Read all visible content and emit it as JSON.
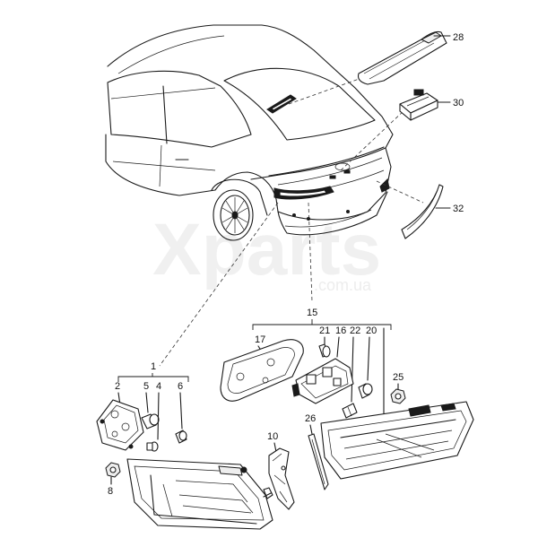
{
  "watermark": {
    "brand": "Xparts",
    "domain": ".com.ua"
  },
  "callouts": {
    "c1": "1",
    "c2": "2",
    "c4": "4",
    "c5": "5",
    "c6": "6",
    "c8": "8",
    "c10": "10",
    "c15": "15",
    "c16": "16",
    "c17": "17",
    "c20": "20",
    "c21": "21",
    "c22": "22",
    "c25": "25",
    "c26": "26",
    "c28": "28",
    "c30": "30",
    "c32": "32"
  },
  "colors": {
    "line": "#1a1a1a",
    "watermark": "#efefef"
  }
}
